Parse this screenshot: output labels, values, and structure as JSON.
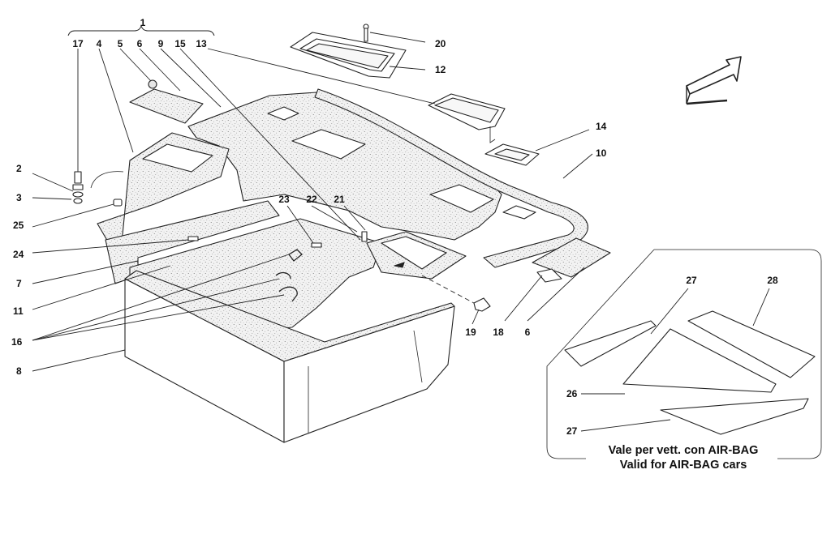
{
  "callouts": {
    "c1": "1",
    "c17": "17",
    "c4": "4",
    "c5": "5",
    "c6a": "6",
    "c9": "9",
    "c15": "15",
    "c13": "13",
    "c20": "20",
    "c12": "12",
    "c14": "14",
    "c10": "10",
    "c2": "2",
    "c3": "3",
    "c25": "25",
    "c24": "24",
    "c7": "7",
    "c11": "11",
    "c16": "16",
    "c8": "8",
    "c23": "23",
    "c22": "22",
    "c21": "21",
    "c19": "19",
    "c18": "18",
    "c6b": "6",
    "c27a": "27",
    "c28": "28",
    "c26": "26",
    "c27b": "27"
  },
  "note": {
    "line1": "Vale per vett. con AIR-BAG",
    "line2": "Valid for AIR-BAG cars"
  },
  "colors": {
    "line": "#222222",
    "background": "#ffffff"
  },
  "icons": {
    "direction": "direction-arrow-icon"
  }
}
